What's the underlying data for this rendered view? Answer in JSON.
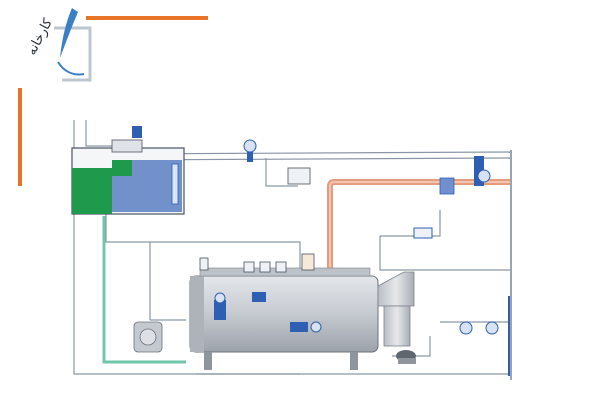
{
  "brand": {
    "logo_text": "کارخانه",
    "accent_color": "#e8742a",
    "mark_color": "#3b7fc4"
  },
  "diagram": {
    "kind": "boiler-plant-process-schematic",
    "colors": {
      "pipe": "#8a96a6",
      "pipe_hot": "#e59c7e",
      "pipe_hot_core": "#f3c4b0",
      "pipe_water": "#6fc7a8",
      "tank_green": "#1f9a4c",
      "tank_blue": "#5b7ec2",
      "boiler_body": "#c9cdd3",
      "valve_blue": "#2f5fb3"
    },
    "components": [
      "feedwater-tank",
      "boiler-shell",
      "burner",
      "chimney-stack",
      "steam-header-pipe",
      "hot-steam-line",
      "condensate-return-line",
      "feed-pump",
      "control-valves",
      "level-gauges"
    ]
  }
}
